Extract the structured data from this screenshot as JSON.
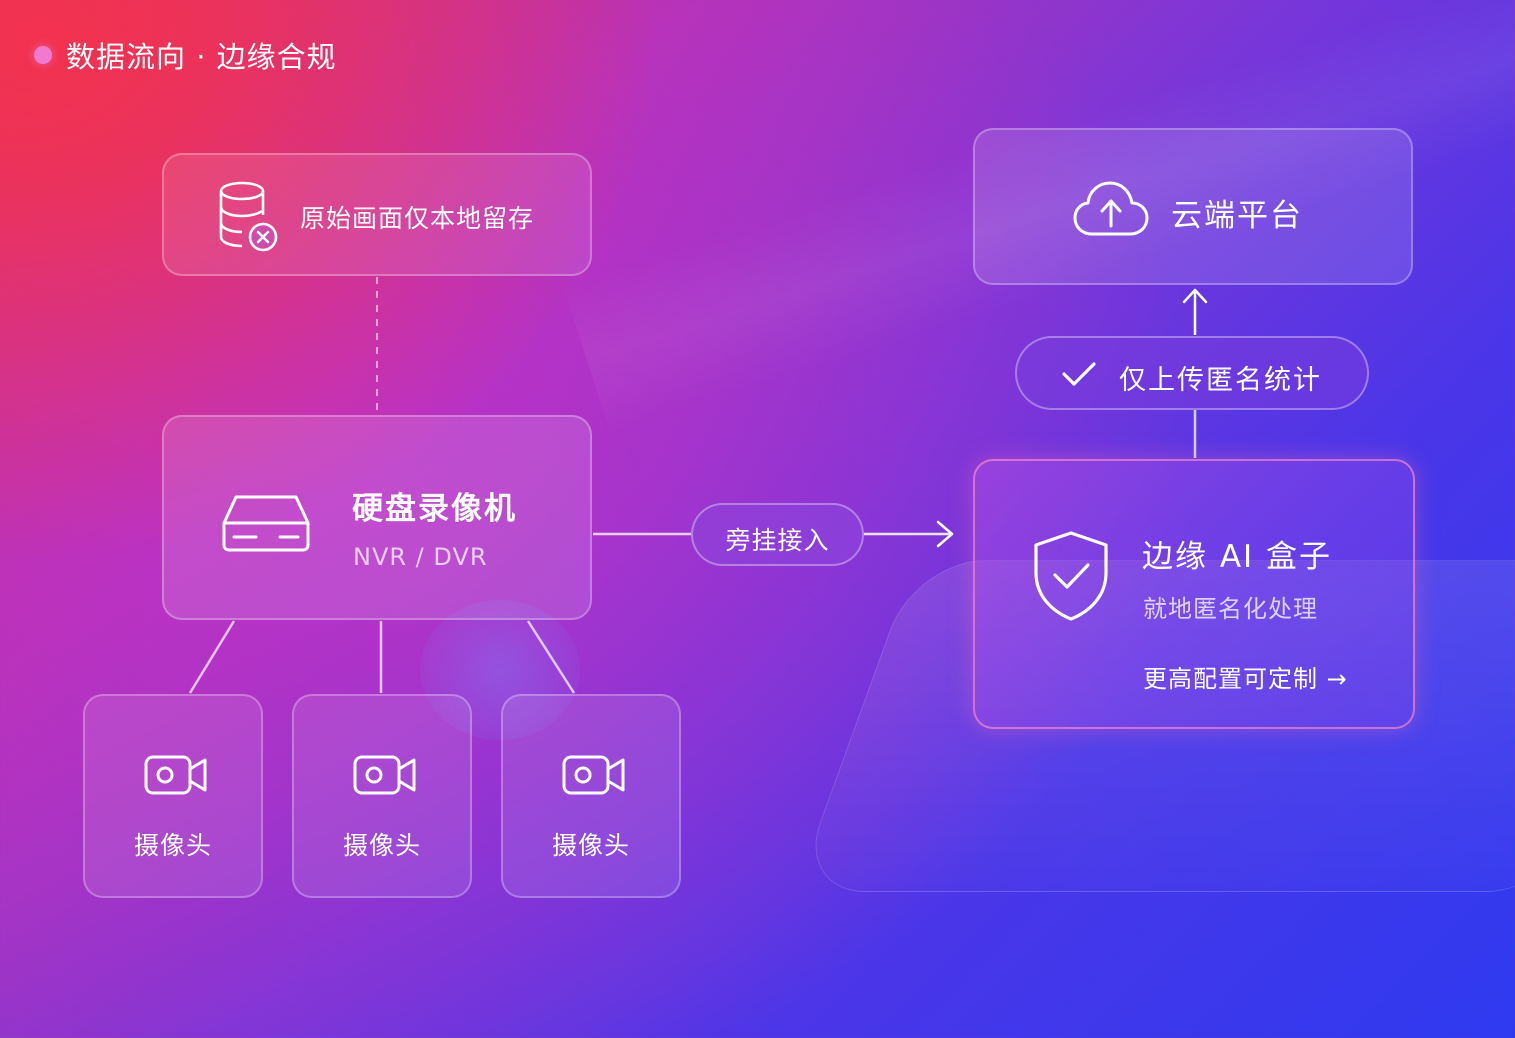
{
  "header": {
    "title": "数据流向 · 边缘合规"
  },
  "storage": {
    "label": "原始画面仅本地留存",
    "icon": "database-x-icon"
  },
  "nvr": {
    "title": "硬盘录像机",
    "subtitle": "NVR / DVR",
    "icon": "recorder-device-icon"
  },
  "cameras": [
    {
      "label": "摄像头",
      "icon": "video-camera-icon"
    },
    {
      "label": "摄像头",
      "icon": "video-camera-icon"
    },
    {
      "label": "摄像头",
      "icon": "video-camera-icon"
    }
  ],
  "bypass": {
    "label": "旁挂接入"
  },
  "cloud": {
    "label": "云端平台",
    "icon": "cloud-upload-icon"
  },
  "upload": {
    "label": "仅上传匿名统计",
    "icon": "check-icon"
  },
  "edge_box": {
    "title": "边缘 AI 盒子",
    "subtitle": "就地匿名化处理",
    "link": "更高配置可定制 →",
    "icon": "shield-check-icon"
  },
  "colors": {
    "accent_pink": "#f07ad0",
    "edge_border": "#ff8cc8"
  }
}
